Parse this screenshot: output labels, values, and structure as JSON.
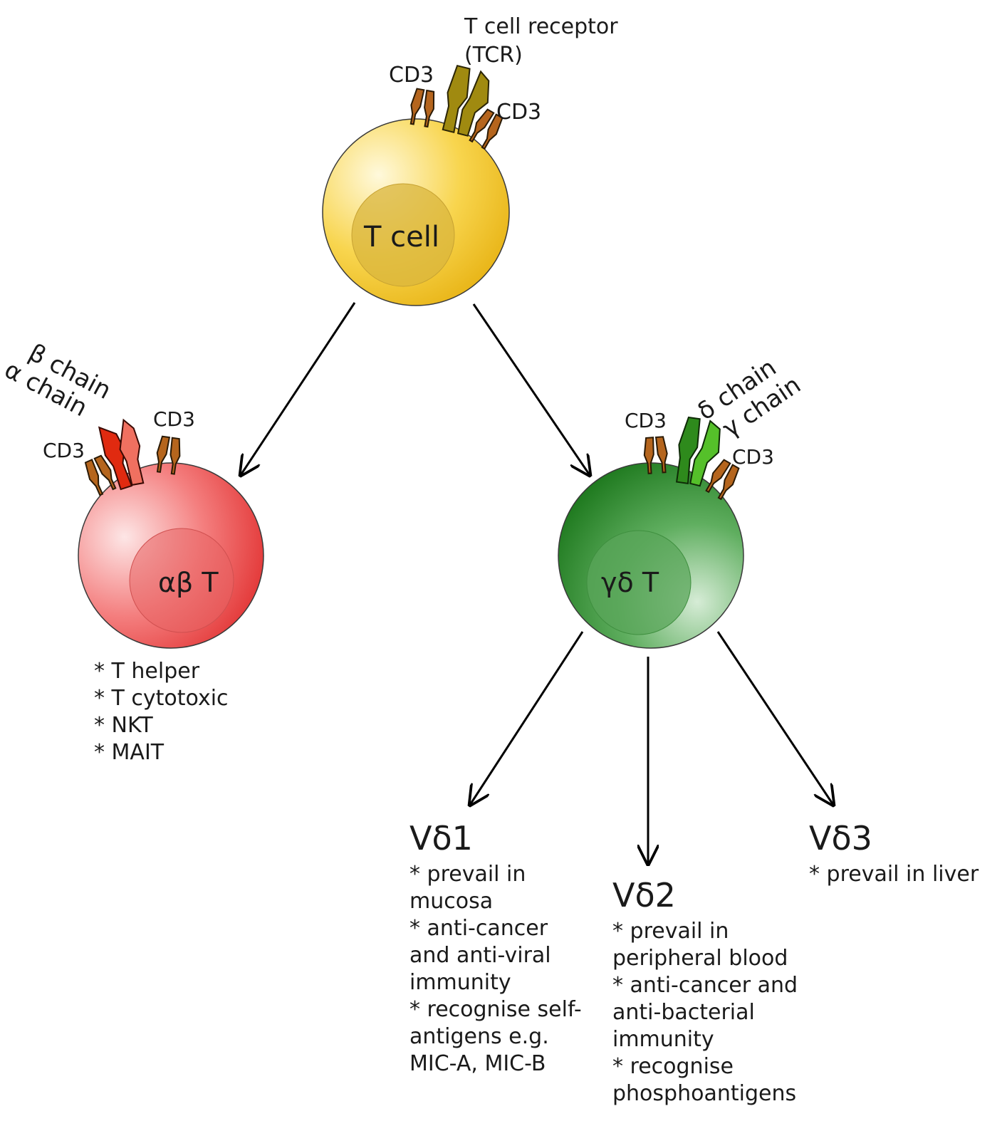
{
  "tcell": {
    "label": "T cell",
    "receptor_line1": "T cell receptor",
    "receptor_line2": "(TCR)",
    "cd3_left": "CD3",
    "cd3_right": "CD3"
  },
  "ab_cell": {
    "label": "αβ T",
    "beta_chain": "β chain",
    "alpha_chain": "α chain",
    "cd3_left": "CD3",
    "cd3_right": "CD3",
    "subtypes": [
      "* T helper",
      "* T cytotoxic",
      "* NKT",
      "* MAIT"
    ]
  },
  "gd_cell": {
    "label": "γδ T",
    "delta_chain": "δ chain",
    "gamma_chain": "γ chain",
    "cd3_left": "CD3",
    "cd3_right": "CD3"
  },
  "subsets": [
    {
      "title": "Vδ1",
      "lines": [
        "* prevail in",
        "mucosa",
        "* anti-cancer",
        "and anti-viral",
        "immunity",
        "* recognise self-",
        "antigens e.g.",
        "MIC-A, MIC-B"
      ]
    },
    {
      "title": "Vδ2",
      "lines": [
        "* prevail in",
        "peripheral blood",
        "* anti-cancer and",
        "anti-bacterial",
        "immunity",
        "* recognise",
        "phosphoantigens"
      ]
    },
    {
      "title": "Vδ3",
      "lines": [
        "* prevail in liver"
      ]
    }
  ],
  "colors": {
    "tcell": "#f5cf3a",
    "ab_cell": "#f06060",
    "gd_cell": "#3f9a3f",
    "cd3": "#b5651d",
    "tcr": "#a08a10",
    "alpha": "#e02a10",
    "beta": "#f07060",
    "gamma": "#55c02a",
    "delta": "#2e8a1c"
  }
}
